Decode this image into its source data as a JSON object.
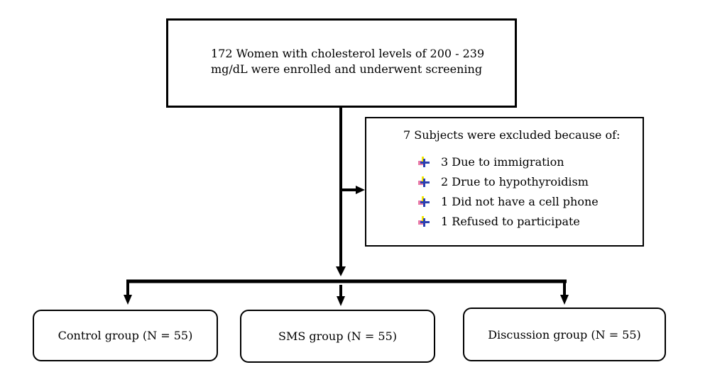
{
  "enrollment": {
    "line1": "172 Women with cholesterol levels of 200 - 239",
    "line2": "mg/dL were enrolled and underwent screening"
  },
  "exclusion": {
    "title": "7 Subjects were excluded because of:",
    "items": [
      {
        "label": "3 Due to immigration",
        "icon": "bullet-icon"
      },
      {
        "label": "2 Drue to hypothyroidism",
        "icon": "bullet-icon"
      },
      {
        "label": "1 Did not have a cell phone",
        "icon": "bullet-icon"
      },
      {
        "label": "1 Refused to participate",
        "icon": "bullet-icon"
      }
    ]
  },
  "groups": [
    {
      "label": "Control group (N = 55)"
    },
    {
      "label": "SMS group (N = 55)"
    },
    {
      "label": "Discussion group (N = 55)"
    }
  ],
  "colors": {
    "line": "#000000",
    "bullet_yellow": "#f2e600",
    "bullet_pink": "#e87aa8",
    "bullet_blue": "#2a3fb0"
  }
}
